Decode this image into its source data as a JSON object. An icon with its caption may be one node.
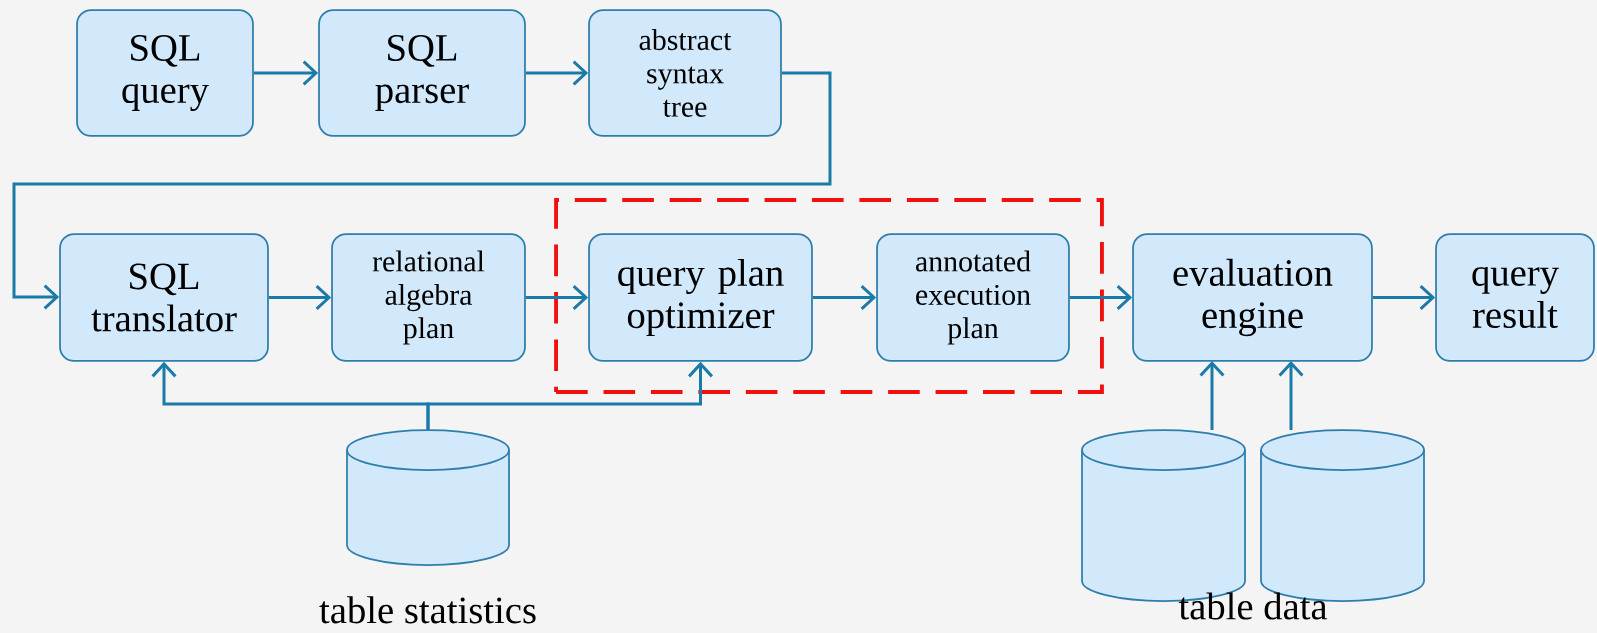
{
  "diagram": {
    "nodes": [
      {
        "text": [
          "SQL query"
        ]
      },
      {
        "text": [
          "SQL parser"
        ]
      },
      {
        "text": [
          "abstract syntax tree"
        ]
      },
      {
        "text": [
          "SQL translator"
        ]
      },
      {
        "text": [
          "relational algebra plan"
        ]
      },
      {
        "text": [],
        "shape": "box"
      },
      {
        "text": [
          "query plan optimizer"
        ],
        "in": 5
      },
      {
        "text": [
          "annotated execution plan"
        ],
        "in": 5
      },
      {
        "text": [
          "evaluation engine"
        ]
      },
      {
        "text": [
          "query result"
        ]
      },
      {
        "text": [],
        "shape": "cylinder",
        "beside": [
          "table statistics"
        ]
      },
      {
        "text": [],
        "shape": "cylinder"
      },
      {
        "text": [],
        "shape": "cylinder"
      }
    ],
    "edges": [
      {
        "from": 0,
        "to": 1,
        "arrow": "to"
      },
      {
        "from": 1,
        "to": 2,
        "arrow": "to"
      },
      {
        "from": 2,
        "to": 3,
        "arrow": "to"
      },
      {
        "from": 3,
        "to": 4,
        "arrow": "to"
      },
      {
        "from": 4,
        "to": 6,
        "arrow": "to"
      },
      {
        "from": 6,
        "to": 7,
        "arrow": "to"
      },
      {
        "from": 7,
        "to": 8,
        "arrow": "to"
      },
      {
        "from": 8,
        "to": 9,
        "arrow": "to"
      },
      {
        "from": 10,
        "to": 3,
        "arrow": "to"
      },
      {
        "from": 10,
        "to": 6,
        "arrow": "to"
      },
      {
        "from": 11,
        "to": 8,
        "arrow": "to"
      },
      {
        "from": 12,
        "to": 8,
        "arrow": "to"
      }
    ],
    "labels": [
      "table data"
    ]
  }
}
